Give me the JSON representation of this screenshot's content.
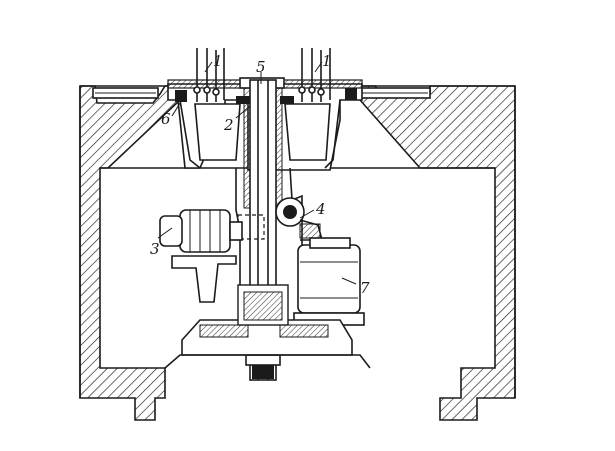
{
  "diagram": {
    "labels": {
      "l1_left": "1",
      "l1_right": "1",
      "l2": "2",
      "l3": "3",
      "l4": "4",
      "l5": "5",
      "l6": "6",
      "l7": "7"
    },
    "colors": {
      "ink": "#1b1b1b",
      "paper": "#ffffff"
    }
  }
}
